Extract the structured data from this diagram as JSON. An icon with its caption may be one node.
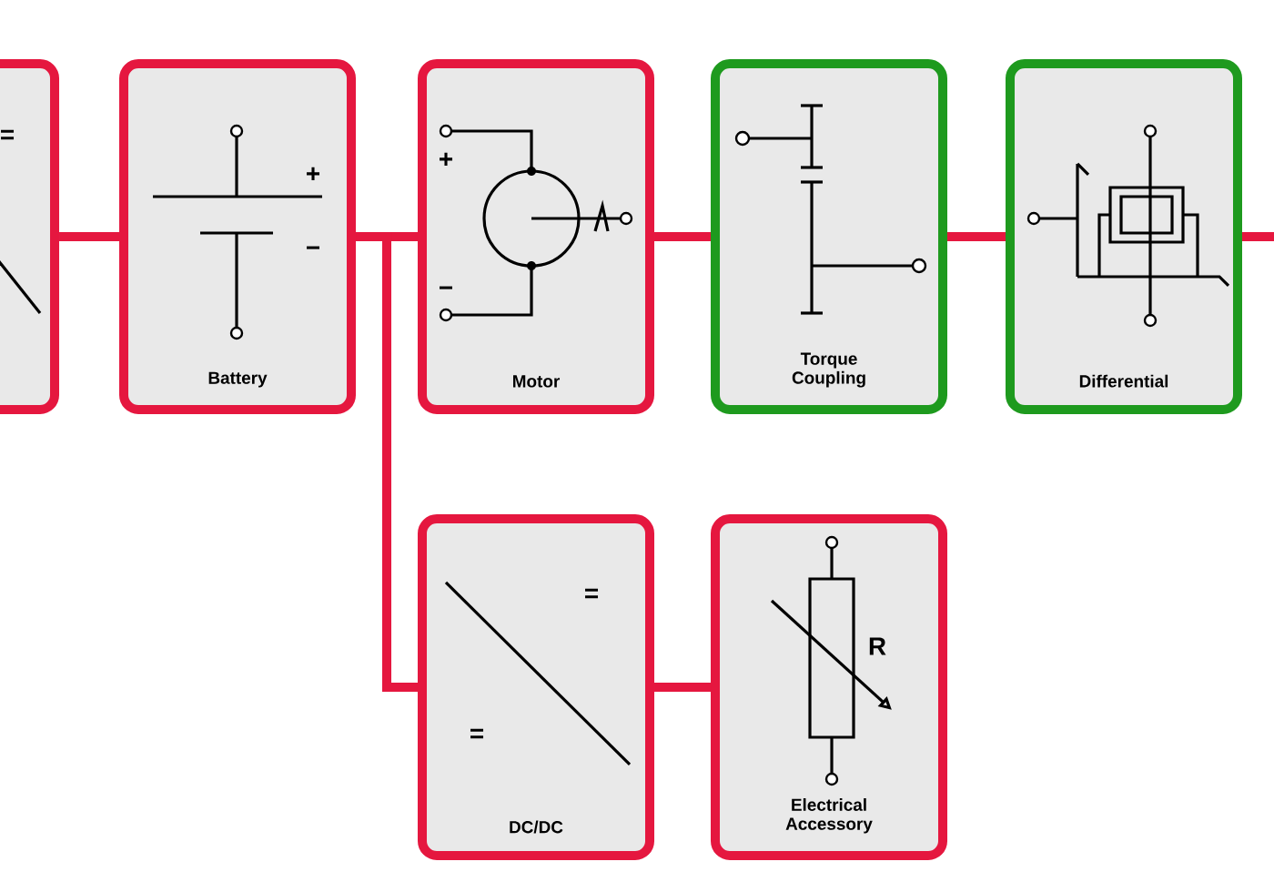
{
  "diagram": {
    "nodes": [
      {
        "text": [],
        "shape": "box"
      },
      {
        "text": [
          "Battery"
        ]
      },
      {
        "text": [
          "Motor"
        ]
      },
      {
        "text": [
          "Torque Coupling"
        ]
      },
      {
        "text": [
          "Differential"
        ]
      },
      {
        "text": [
          "DC/DC"
        ]
      },
      {
        "text": [
          "Electrical Accessory"
        ]
      }
    ],
    "edges": [
      {
        "from": 0,
        "to": 1,
        "arrow": "none"
      },
      {
        "from": 1,
        "to": 2,
        "arrow": "none"
      },
      {
        "from": 2,
        "to": 3,
        "arrow": "none"
      },
      {
        "from": 3,
        "to": 4,
        "arrow": "none"
      },
      {
        "from": 4,
        "to": null,
        "arrow": "none"
      },
      {
        "from": 1,
        "to": 5,
        "arrow": "none"
      },
      {
        "from": 5,
        "to": 6,
        "arrow": "none"
      }
    ],
    "labels": [
      "=",
      "+",
      "−",
      "+",
      "−",
      "=",
      "=",
      "R"
    ]
  }
}
